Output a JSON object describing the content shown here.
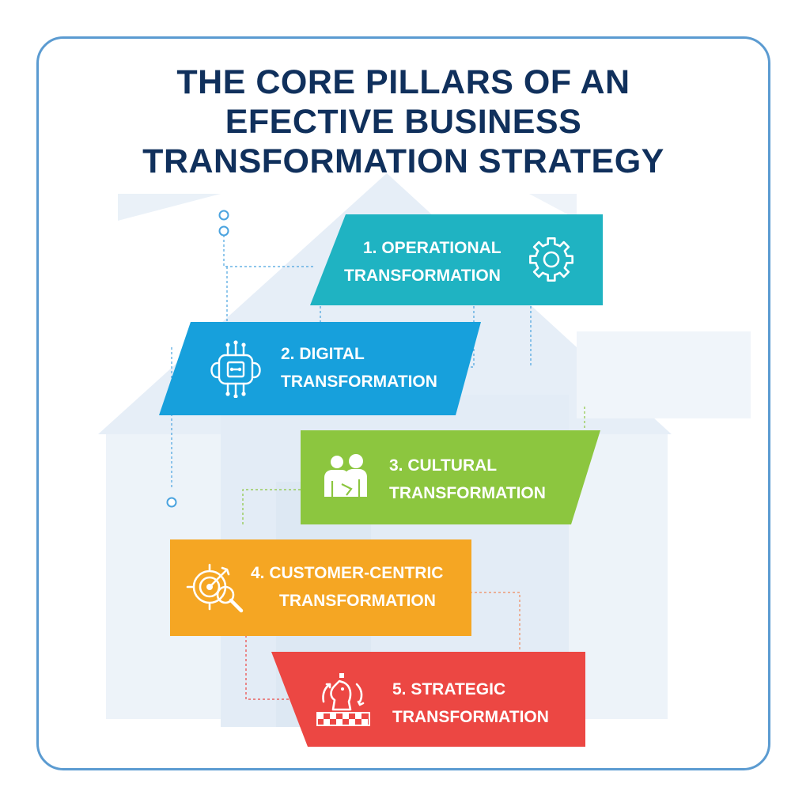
{
  "title": {
    "line1": "THE CORE PILLARS OF AN",
    "line2": "EFECTIVE BUSINESS",
    "line3": "TRANSFORMATION STRATEGY"
  },
  "pillars": [
    {
      "line1": "1. OPERATIONAL",
      "line2": "TRANSFORMATION",
      "color": "#1fb3c2",
      "icon": "gear-icon"
    },
    {
      "line1": "2. DIGITAL",
      "line2": "TRANSFORMATION",
      "color": "#17a0dc",
      "icon": "circuit-chip-icon"
    },
    {
      "line1": "3. CULTURAL",
      "line2": "TRANSFORMATION",
      "color": "#8cc63f",
      "icon": "people-icon"
    },
    {
      "line1": "4. CUSTOMER-CENTRIC",
      "line2": "TRANSFORMATION",
      "color": "#f5a623",
      "icon": "target-search-icon"
    },
    {
      "line1": "5. STRATEGIC",
      "line2": "TRANSFORMATION",
      "color": "#ec4743",
      "icon": "chess-knight-icon"
    }
  ],
  "colors": {
    "title": "#10305c",
    "frame_border": "#5b9bd1",
    "background_shape": "#e8f0f8"
  }
}
